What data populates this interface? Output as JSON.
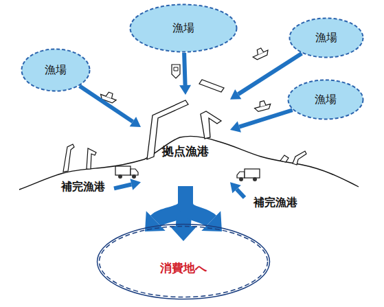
{
  "diagram": {
    "nodes": [
      {
        "text": [
          "漁場"
        ]
      },
      {
        "text": [
          "漁場"
        ]
      },
      {
        "text": [
          "漁場"
        ]
      },
      {
        "text": [
          "漁場"
        ]
      },
      {
        "text": [
          "拠点漁港"
        ]
      },
      {
        "text": [
          "補完漁港"
        ]
      },
      {
        "text": [
          "補完漁港"
        ]
      },
      {
        "text": [
          "消費地へ"
        ]
      }
    ],
    "edges": [
      {
        "from": 0,
        "to": 4,
        "arrow": "to"
      },
      {
        "from": 1,
        "to": 4,
        "arrow": "to"
      },
      {
        "from": 2,
        "to": 4,
        "arrow": "to"
      },
      {
        "from": 3,
        "to": 4,
        "arrow": "to"
      },
      {
        "from": 5,
        "to": 4,
        "arrow": "to"
      },
      {
        "from": 6,
        "to": 4,
        "arrow": "to"
      },
      {
        "from": 4,
        "to": 7,
        "arrow": "to"
      }
    ]
  }
}
